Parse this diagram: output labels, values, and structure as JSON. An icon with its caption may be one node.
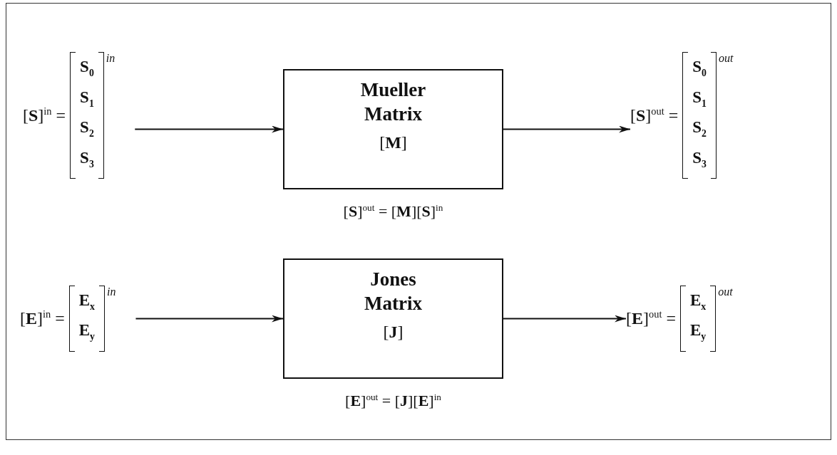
{
  "diagram": {
    "nodes": [
      {
        "text": [
          "[**S**]$^{in}$ =",
          "S$_{0}$",
          "S$_{1}$",
          "S$_{2}$",
          "S$_{3}$",
          "in"
        ]
      },
      {
        "text": [
          "Mueller Matrix",
          "[**M**]"
        ],
        "beside": [
          "[**S**]$^{out}$ = [**M**][**S**]$^{in}$"
        ]
      },
      {
        "text": [
          "[**S**]$^{out}$ =",
          "S$_{0}$",
          "S$_{1}$",
          "S$_{2}$",
          "S$_{3}$",
          "out"
        ]
      },
      {
        "text": [
          "[**E**]$^{in}$ =",
          "E$_{x}$",
          "E$_{y}$",
          "in"
        ]
      },
      {
        "text": [
          "Jones Matrix",
          "[**J**]"
        ],
        "beside": [
          "[**E**]$^{out}$ = [**J**][**E**]$^{in}$"
        ]
      },
      {
        "text": [
          "[**E**]$^{out}$ =",
          "E$_{x}$",
          "E$_{y}$",
          "out"
        ]
      }
    ],
    "edges": [
      {
        "from": 0,
        "to": 1,
        "arrow": "to"
      },
      {
        "from": 1,
        "to": 2,
        "arrow": "to"
      },
      {
        "from": 3,
        "to": 4,
        "arrow": "to"
      },
      {
        "from": 4,
        "to": 5,
        "arrow": "to"
      }
    ]
  }
}
